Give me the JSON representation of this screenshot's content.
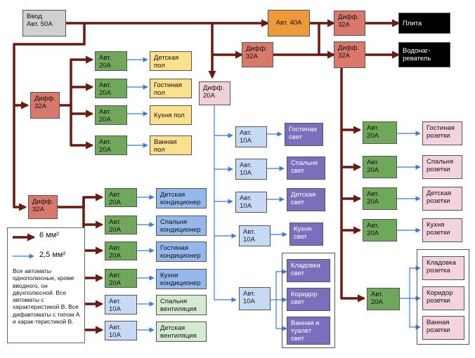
{
  "colors": {
    "thick_wire": "#6b1a10",
    "thin_wire": "#3b7ad6"
  },
  "boxes": {
    "main_input": "Ввод\nАвт. 50А",
    "avt40": "Авт. 40А",
    "diff_plita": "Дифф.\n32А",
    "plita": "Плита",
    "diff_boiler": "Дифф.\n32А",
    "boiler": "Водонаг-\nреватель",
    "diff_floor": "Дифф.\n32А",
    "floor_breakers": [
      "Авт.\n20А",
      "Авт.\n20А",
      "Авт.\n20А",
      "Авт.\n20А"
    ],
    "floor_loads": [
      "Детская\nпол",
      "Гостиная\nпол",
      "Кухня пол",
      "Ванная\nпол"
    ],
    "diff_light": "Дифф.\n20А",
    "light_breakers": [
      "Авт.\n10А",
      "Авт.\n10А",
      "Авт.\n10А",
      "Авт.\n10А",
      "Авт.\n10А"
    ],
    "light_loads": [
      "Гостиная\nсвет",
      "Спальня\nсвет",
      "Детская\nсвет",
      "Кухня\nсвет"
    ],
    "light_group": [
      "Кладовка\nсвет",
      "Коридор\nсвет",
      "Ванная и\nтуалет\nсвет"
    ],
    "diff_sockets": "Дифф.\n32А",
    "socket_breakers": [
      "Авт.\n20А",
      "Авт.\n20А",
      "Авт.\n20А",
      "Авт.\n20А",
      "Авт.\n20А"
    ],
    "socket_loads": [
      "Гостиная\nрозетки",
      "Спальня\nрозетки",
      "Детская\nрозетки",
      "Кухня\nрозетки"
    ],
    "socket_group": [
      "Кладовка\nрозетка",
      "Коридор\nрозетки",
      "Ванная\nрозетки"
    ],
    "diff_ac": "Дифф.\n32А",
    "ac_breakers": [
      "Авт.\n20А",
      "Авт.\n20А",
      "Авт.\n20А",
      "Авт.\n20А",
      "Авт.\n10А",
      "Авт.\n10А"
    ],
    "ac_loads": [
      "Детская\nкондиционер",
      "Спальня\nкондиционер",
      "Гостиная\nкондиционер",
      "Кухня\nкондиционер",
      "Спальня\nвентиляция",
      "Детская\nвентиляция"
    ]
  },
  "legend": {
    "thick": "6 мм²",
    "thin": "2,5 мм²",
    "note": "Все автоматы однополюсные, кроме вводного, он двухполюсной. Все автоматы с характеристикой В. Все дифавтоматы с типом А и харак-теристикой В."
  }
}
